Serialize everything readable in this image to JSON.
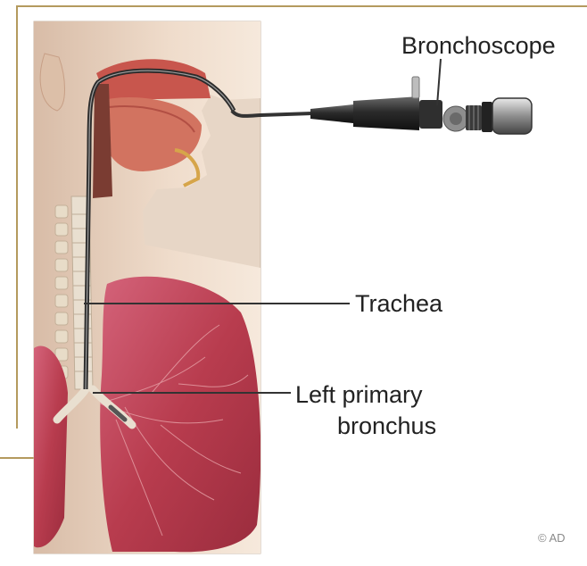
{
  "labels": {
    "bronchoscope": "Bronchoscope",
    "trachea": "Trachea",
    "left_primary_bronchus_line1": "Left primary",
    "left_primary_bronchus_line2": "bronchus"
  },
  "credit": "© AD",
  "colors": {
    "frame": "#b49a5e",
    "lung": "#b83c4e",
    "skin": "#eed9c6",
    "scope": "#2e2e2e"
  }
}
